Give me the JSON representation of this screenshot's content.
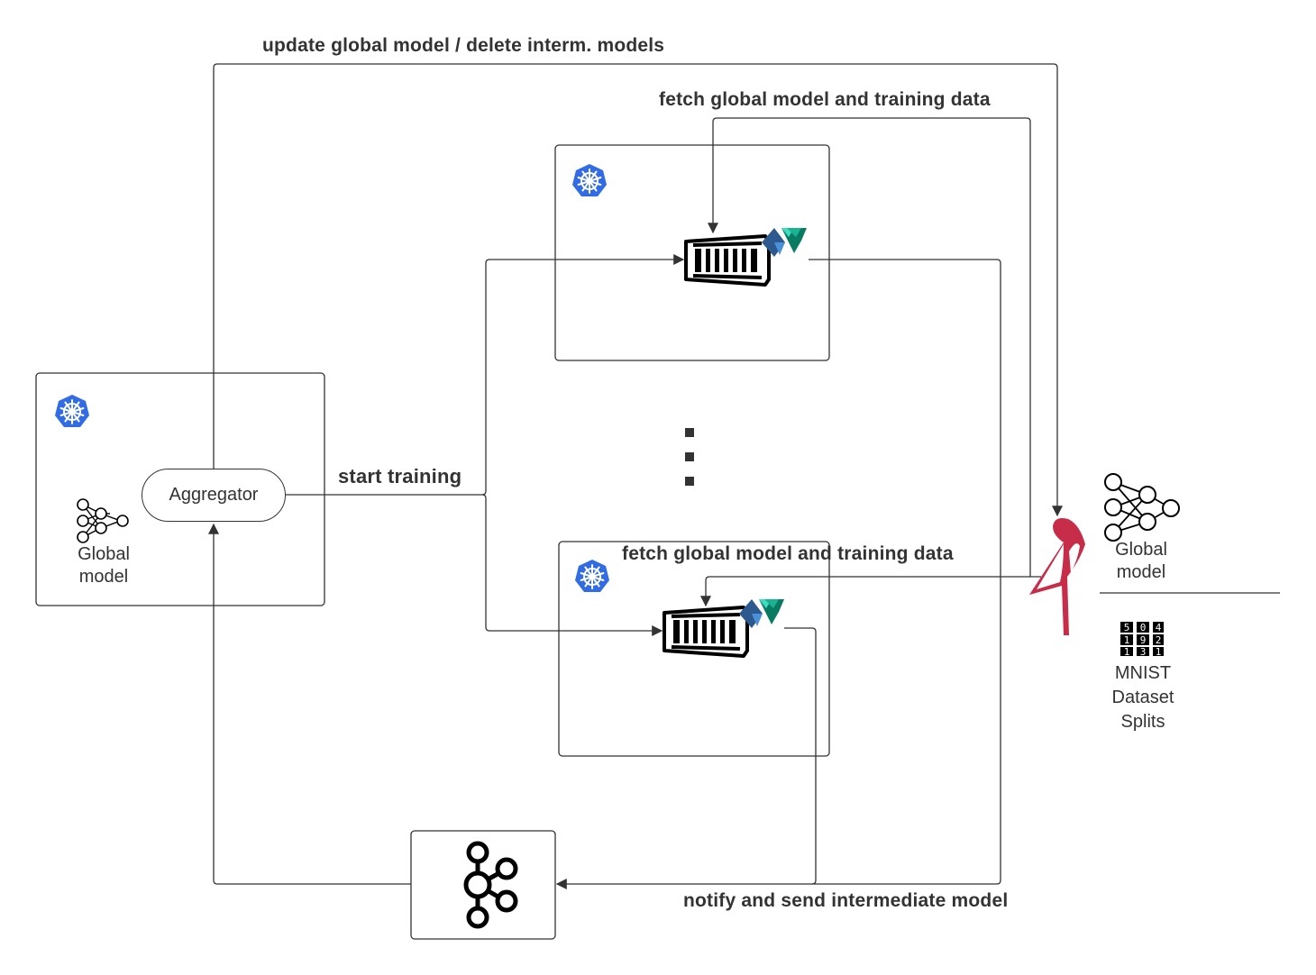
{
  "labels": {
    "update_global": "update global model / delete interm. models",
    "fetch_top": "fetch global model and training data",
    "fetch_bottom": "fetch global model and training data",
    "start_training": "start training",
    "notify": "notify and send intermediate model"
  },
  "aggregator": {
    "name": "Aggregator",
    "model_label_line1": "Global",
    "model_label_line2": "model"
  },
  "storage": {
    "model_label_line1": "Global",
    "model_label_line2": "model",
    "dataset_line1": "MNIST",
    "dataset_line2": "Dataset",
    "dataset_line3": "Splits"
  },
  "colors": {
    "line": "#333333",
    "kubernetes": "#326CE5",
    "minio": "#C72C48",
    "ray_dark": "#0a7b63",
    "ray_light": "#3ddbbf",
    "ray_blue": "#2c5a8f"
  },
  "icons": [
    "kubernetes-icon",
    "neural-network-icon",
    "container-icon",
    "ray-logo-icon",
    "kafka-icon",
    "minio-bird-icon",
    "mnist-digits-icon"
  ]
}
